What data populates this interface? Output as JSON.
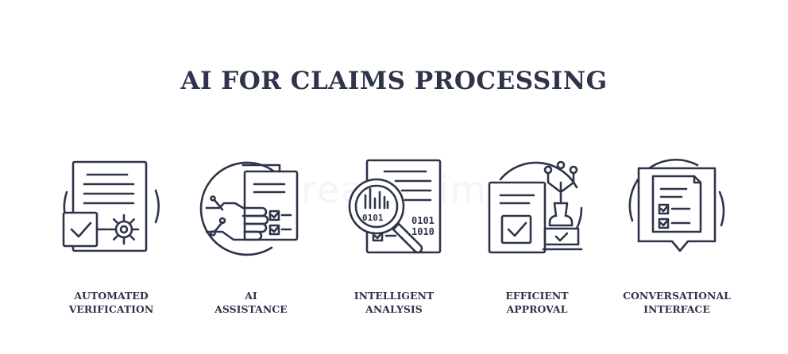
{
  "title": "AI FOR CLAIMS PROCESSING",
  "items": [
    {
      "icon": "document-gear-checkmark-icon",
      "line1": "AUTOMATED",
      "line2": "VERIFICATION"
    },
    {
      "icon": "robot-hand-checklist-icon",
      "line1": "AI",
      "line2": "ASSISTANCE"
    },
    {
      "icon": "document-magnifier-chart-icon",
      "line1": "INTELLIGENT",
      "line2": "ANALYSIS"
    },
    {
      "icon": "document-approval-stamp-icon",
      "line1": "EFFICIENT",
      "line2": "APPROVAL"
    },
    {
      "icon": "chat-bubble-checklist-icon",
      "line1": "CONVERSATIONAL",
      "line2": "INTERFACE"
    }
  ],
  "colors": {
    "ink": "#2e3449",
    "background": "#ffffff"
  }
}
